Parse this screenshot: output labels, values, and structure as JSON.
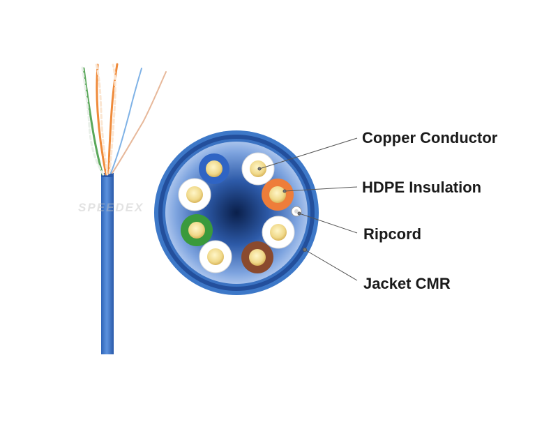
{
  "labels": {
    "copper_conductor": "Copper Conductor",
    "hdpe_insulation": "HDPE Insulation",
    "ripcord": "Ripcord",
    "jacket": "Jacket CMR"
  },
  "watermark": "SPEEDEX",
  "colors": {
    "jacket_blue": "#3d78c8",
    "jacket_dark": "#234f9c",
    "conductor_copper": "#f0d98a",
    "pair_orange": "#ee7d3a",
    "pair_green": "#3a9a3c",
    "pair_brown": "#8a4a2e",
    "pair_blue": "#2f64c4",
    "pair_white": "#ffffff",
    "leader_line": "#555555"
  },
  "conductors": [
    {
      "name": "blue",
      "color": "#2f64c4"
    },
    {
      "name": "white-blue",
      "color": "#ffffff"
    },
    {
      "name": "white-green",
      "color": "#ffffff"
    },
    {
      "name": "orange",
      "color": "#ee7d3a"
    },
    {
      "name": "green",
      "color": "#3a9a3c"
    },
    {
      "name": "white-orange",
      "color": "#ffffff"
    },
    {
      "name": "white-brown",
      "color": "#ffffff"
    },
    {
      "name": "brown",
      "color": "#8a4a2e"
    }
  ]
}
